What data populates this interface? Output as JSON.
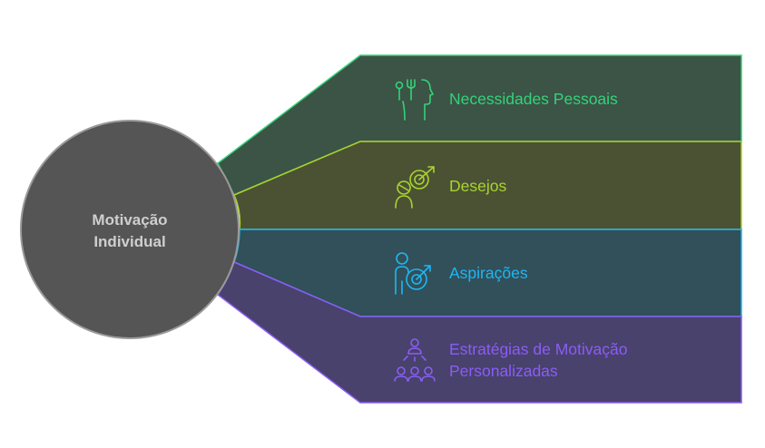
{
  "center": {
    "line1": "Motivação",
    "line2": "Individual"
  },
  "branches": [
    {
      "lines": [
        "Necessidades Pessoais"
      ],
      "accent": "#34d27a",
      "fill": "#3b5446",
      "icon": "head-needs-icon"
    },
    {
      "lines": [
        "Desejos"
      ],
      "accent": "#a9d42c",
      "fill": "#4b5234",
      "icon": "person-target-icon"
    },
    {
      "lines": [
        "Aspirações"
      ],
      "accent": "#1fb6f5",
      "fill": "#315059",
      "icon": "person-dart-icon"
    },
    {
      "lines": [
        "Estratégias de Motivação",
        "Personalizadas"
      ],
      "accent": "#8b5cf6",
      "fill": "#48426c",
      "icon": "group-strategy-icon"
    }
  ],
  "colors": {
    "circle_fill": "#555555",
    "circle_stroke": "#9a9a9a",
    "center_text": "#cfcfcf"
  }
}
